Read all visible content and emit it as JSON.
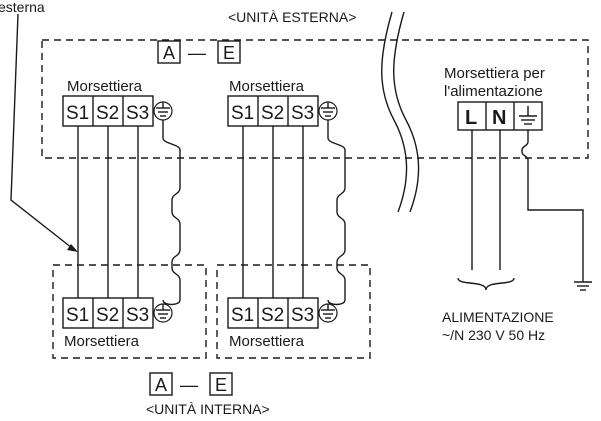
{
  "header": {
    "corner_text": "esterna",
    "outdoor_unit": "<UNITÀ ESTERNA>",
    "indoor_unit": "<UNITÀ INTERNA>"
  },
  "outdoor": {
    "range_from": "A",
    "range_dash": "—",
    "range_to": "E",
    "block_left_label": "Morsettiera",
    "block_right_label": "Morsettiera",
    "terminals": [
      "S1",
      "S2",
      "S3"
    ],
    "power_block_label_line1": "Morsettiera per",
    "power_block_label_line2": "l'alimentazione",
    "power_terminals": [
      "L",
      "N"
    ]
  },
  "indoor": {
    "block_left_label": "Morsettiera",
    "block_right_label": "Morsettiera",
    "terminals": [
      "S1",
      "S2",
      "S3"
    ],
    "range_from": "A",
    "range_dash": "—",
    "range_to": "E"
  },
  "power_supply": {
    "line1": "ALIMENTAZIONE",
    "line2": "~/N 230 V 50 Hz"
  }
}
